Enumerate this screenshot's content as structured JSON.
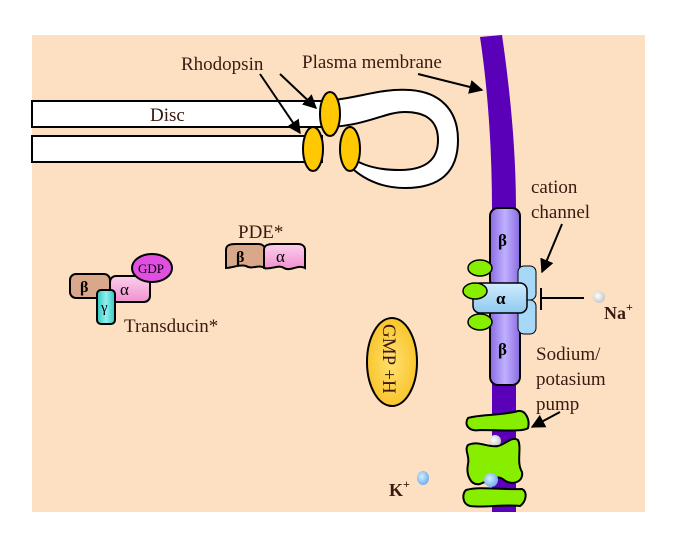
{
  "diagram": {
    "title": "Phototransduction in rod outer segment",
    "colors": {
      "background": "#fde0c2",
      "membrane": "#5a00b8",
      "rhodopsin": "#ffc800",
      "disc": "#ffffff",
      "channel_beta": "#9b7fe8",
      "channel_alpha": "#a8d8f8",
      "green_subunit": "#88ee00",
      "transducin_beta": "#d9a88a",
      "transducin_alpha": "#f8b8e0",
      "transducin_gamma": "#40d8d0",
      "gdp": "#e050e0",
      "pde_beta": "#d9a88a",
      "pde_alpha": "#f8c0e4",
      "gmp": "#ffd030",
      "sodium_ion": "#e8e8e8",
      "potassium_ion": "#90c8f8"
    },
    "labels": {
      "rhodopsin": "Rhodopsin",
      "plasma_membrane": "Plasma membrane",
      "disc": "Disc",
      "pde": "PDE*",
      "transducin": "Transducin*",
      "cation_channel_line1": "cation",
      "cation_channel_line2": "channel",
      "sodium": "Na",
      "sodium_charge": "+",
      "potassium": "K",
      "potassium_charge": "+",
      "pump_line1": "Sodium/",
      "pump_line2": "potasium",
      "pump_line3": "pump",
      "gmp": "GMP +H"
    },
    "subunits": {
      "transducin_beta": "β",
      "transducin_alpha": "α",
      "transducin_gamma": "γ",
      "gdp": "GDP",
      "pde_beta": "β",
      "pde_alpha": "α",
      "channel_beta_top": "β",
      "channel_alpha": "α",
      "channel_beta_bottom": "β"
    }
  }
}
